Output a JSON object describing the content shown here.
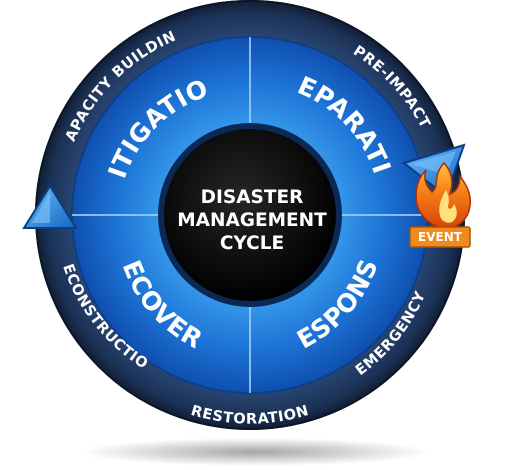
{
  "diagram": {
    "center": {
      "line1": "DISASTER",
      "line2": "MANAGEMENT",
      "line3": "CYCLE"
    },
    "quadrants": {
      "mitigation": "MITIGATION",
      "preparation": "PREPARATION",
      "response": "RESPONSE",
      "recovery": "RECOVERY"
    },
    "ring_phases": {
      "capacity_building": "CAPACITY BUILDING",
      "pre_impact": "PRE-IMPACT",
      "emergency": "EMERGENCY",
      "restoration": "RESTORATION",
      "reconstruction": "RECONSTRUCTION"
    },
    "event": {
      "label": "EVENT",
      "icon": "fire-icon"
    },
    "colors": {
      "outer_ring": "#1f3558",
      "quadrant_blue": "#1f78d8",
      "quadrant_light": "#3fa2f0",
      "center": "#0a0a0a",
      "event_badge": "#f08a1c",
      "arrow": "#2e8fe0"
    }
  }
}
